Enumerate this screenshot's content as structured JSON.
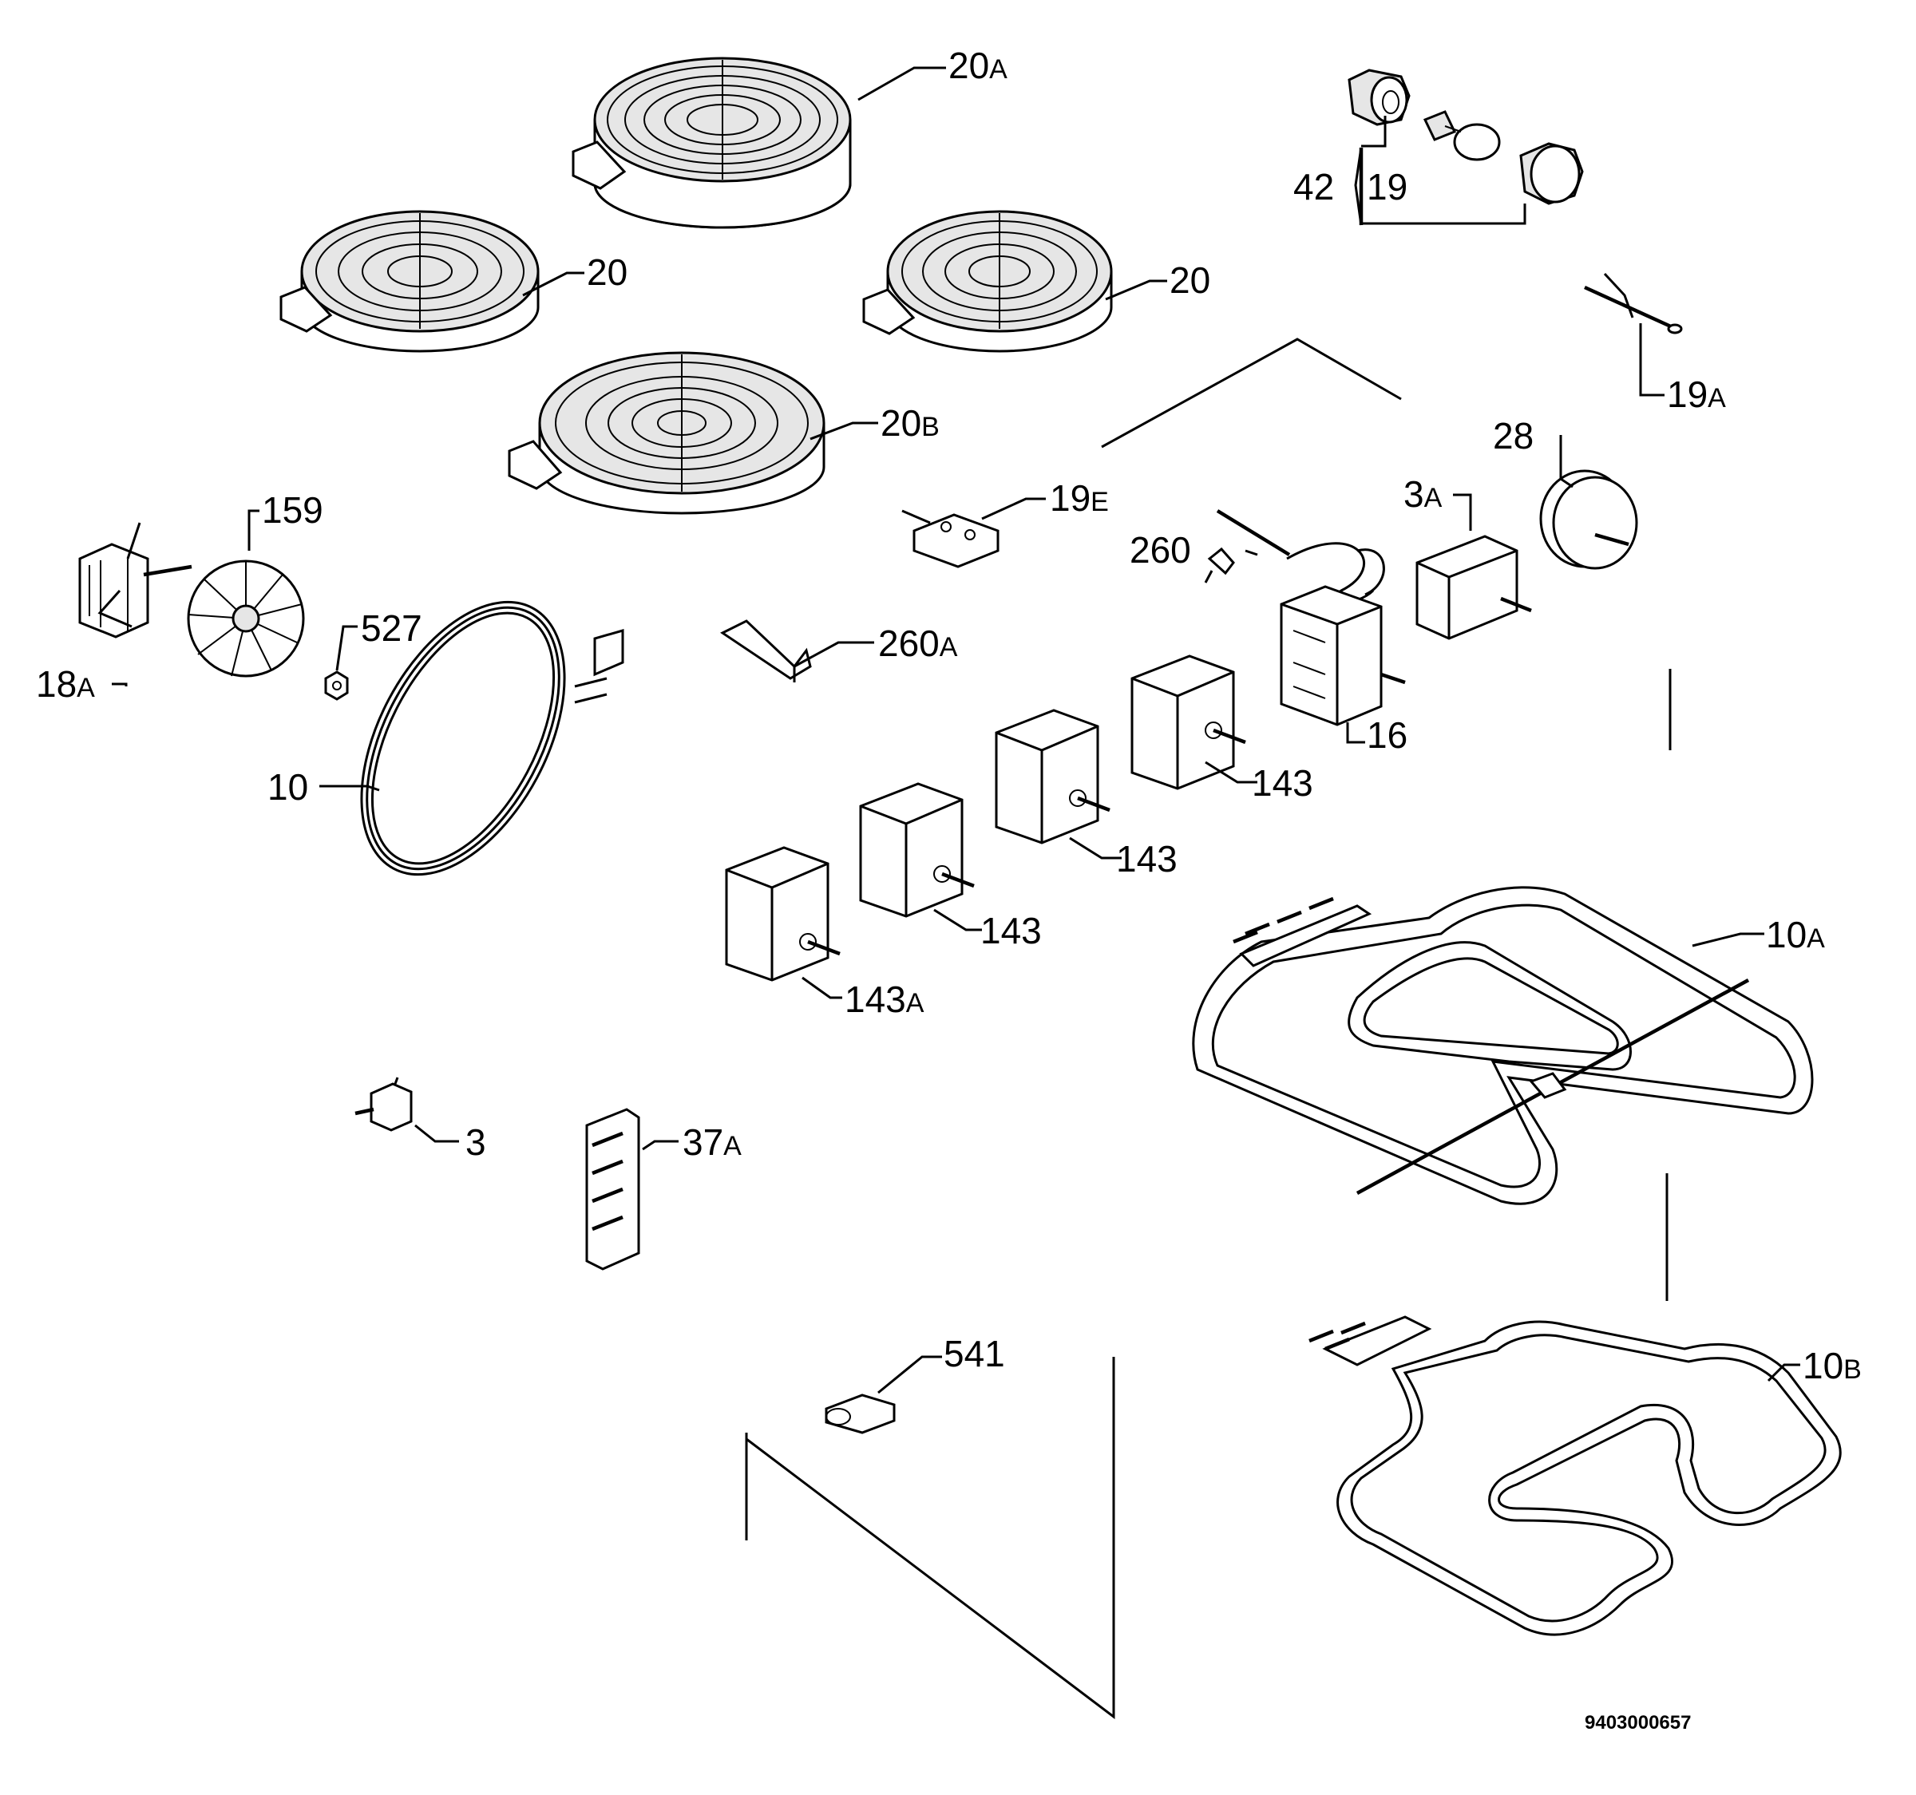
{
  "labels": {
    "p20A": {
      "num": "20",
      "suf": "A"
    },
    "p20_left": {
      "num": "20",
      "suf": ""
    },
    "p20_right": {
      "num": "20",
      "suf": ""
    },
    "p20B": {
      "num": "20",
      "suf": "B"
    },
    "p42": {
      "num": "42",
      "suf": ""
    },
    "p19": {
      "num": "19",
      "suf": ""
    },
    "p19A": {
      "num": "19",
      "suf": "A"
    },
    "p28": {
      "num": "28",
      "suf": ""
    },
    "p3A": {
      "num": "3",
      "suf": "A"
    },
    "p19E": {
      "num": "19",
      "suf": "E"
    },
    "p260": {
      "num": "260",
      "suf": ""
    },
    "p159": {
      "num": "159",
      "suf": ""
    },
    "p527": {
      "num": "527",
      "suf": ""
    },
    "p18A": {
      "num": "18",
      "suf": "A"
    },
    "p260A": {
      "num": "260",
      "suf": "A"
    },
    "p10": {
      "num": "10",
      "suf": ""
    },
    "p16": {
      "num": "16",
      "suf": ""
    },
    "p143_a": {
      "num": "143",
      "suf": ""
    },
    "p143_b": {
      "num": "143",
      "suf": ""
    },
    "p143_c": {
      "num": "143",
      "suf": ""
    },
    "p143A": {
      "num": "143",
      "suf": "A"
    },
    "p10A": {
      "num": "10",
      "suf": "A"
    },
    "p3": {
      "num": "3",
      "suf": ""
    },
    "p37A": {
      "num": "37",
      "suf": "A"
    },
    "p541": {
      "num": "541",
      "suf": ""
    },
    "p10B": {
      "num": "10",
      "suf": "B"
    }
  },
  "document_code": "9403000657"
}
